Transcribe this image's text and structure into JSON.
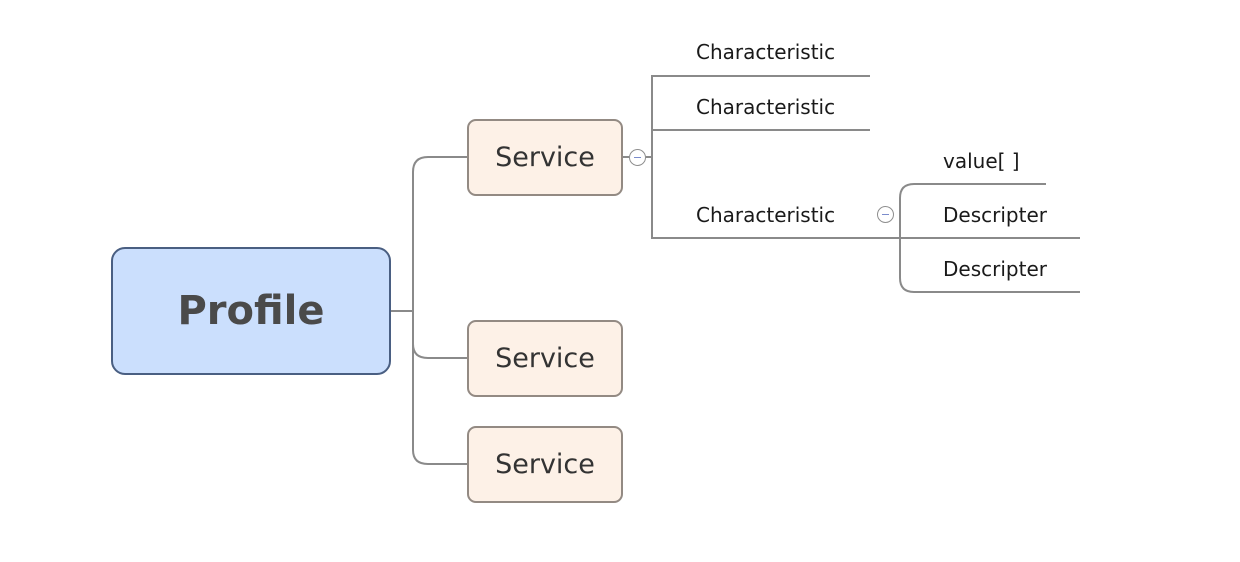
{
  "root": {
    "label": "Profile"
  },
  "services": [
    {
      "label": "Service",
      "expanded": true
    },
    {
      "label": "Service"
    },
    {
      "label": "Service"
    }
  ],
  "characteristics": [
    {
      "label": "Characteristic"
    },
    {
      "label": "Characteristic"
    },
    {
      "label": "Characteristic",
      "expanded": true
    }
  ],
  "characteristic_children": [
    {
      "label": "value[ ]"
    },
    {
      "label": "Descripter"
    },
    {
      "label": "Descripter"
    }
  ],
  "colors": {
    "root_fill": "#cbdffd",
    "root_border": "#4a5f82",
    "service_fill": "#fdf1e7",
    "service_border": "#938a83",
    "connector": "#8a8a8a"
  }
}
